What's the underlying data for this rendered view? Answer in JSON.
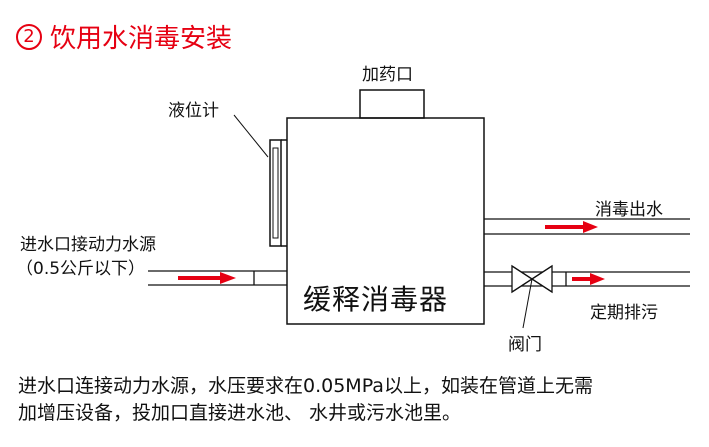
{
  "title": {
    "number": "2",
    "text": "饮用水消毒安装"
  },
  "labels": {
    "dosing_port": "加药口",
    "level_gauge": "液位计",
    "disinfected_outlet": "消毒出水",
    "inlet_line1": "进水口接动力水源",
    "inlet_line2": "（0.5公斤以下）",
    "device": "缓释消毒器",
    "drain": "定期排污",
    "valve": "阀门"
  },
  "note": {
    "line1": "进水口连接动力水源，水压要求在0.05MPa以上，如装在管道上无需",
    "line2": "加增压设备，投加口直接进水池、 水井或污水池里。"
  },
  "colors": {
    "accent": "#e60012",
    "line": "#111111"
  }
}
